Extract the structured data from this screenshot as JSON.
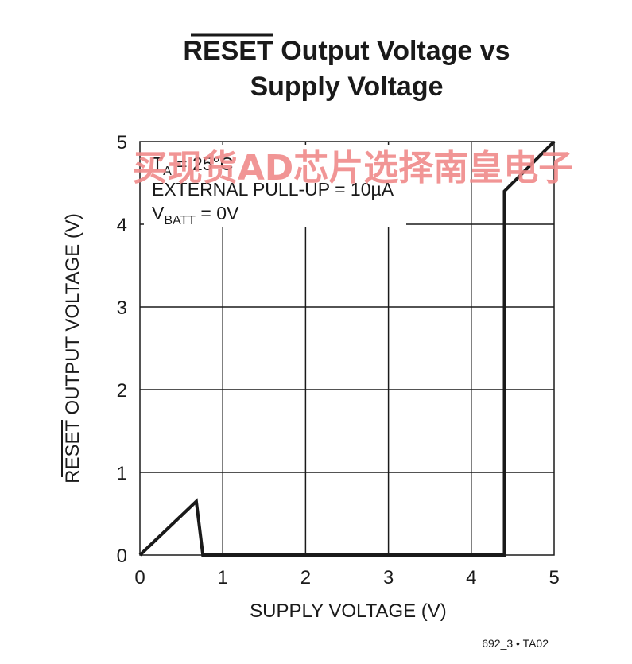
{
  "chart_data": {
    "type": "line",
    "title_line1_overbar": "RESET",
    "title_line1_rest": " Output Voltage vs",
    "title_line2": "Supply Voltage",
    "xlabel": "SUPPLY VOLTAGE (V)",
    "ylabel_overbar": "RESET",
    "ylabel_rest": " OUTPUT VOLTAGE (V)",
    "xlim": [
      0,
      5
    ],
    "ylim": [
      0,
      5
    ],
    "x_ticks": [
      "0",
      "1",
      "2",
      "3",
      "4",
      "5"
    ],
    "y_ticks": [
      "0",
      "1",
      "2",
      "3",
      "4",
      "5"
    ],
    "grid": true,
    "annotations": {
      "line1_prefix": "T",
      "line1_sub": "A",
      "line1_suffix": " = 25°C",
      "line2": "EXTERNAL PULL-UP = 10µA",
      "line3_prefix": "V",
      "line3_sub": "BATT",
      "line3_suffix": " = 0V"
    },
    "series": [
      {
        "x": [
          0,
          0.68,
          0.76,
          4.4,
          4.4,
          5
        ],
        "y": [
          0,
          0.65,
          0,
          0,
          4.4,
          5
        ]
      }
    ],
    "figure_id": "692_3 • TA02"
  },
  "watermark": "买现货AD芯片选择南皇电子",
  "colors": {
    "line": "#1a1a1a",
    "grid": "#1a1a1a",
    "watermark": "#f08a8a"
  }
}
